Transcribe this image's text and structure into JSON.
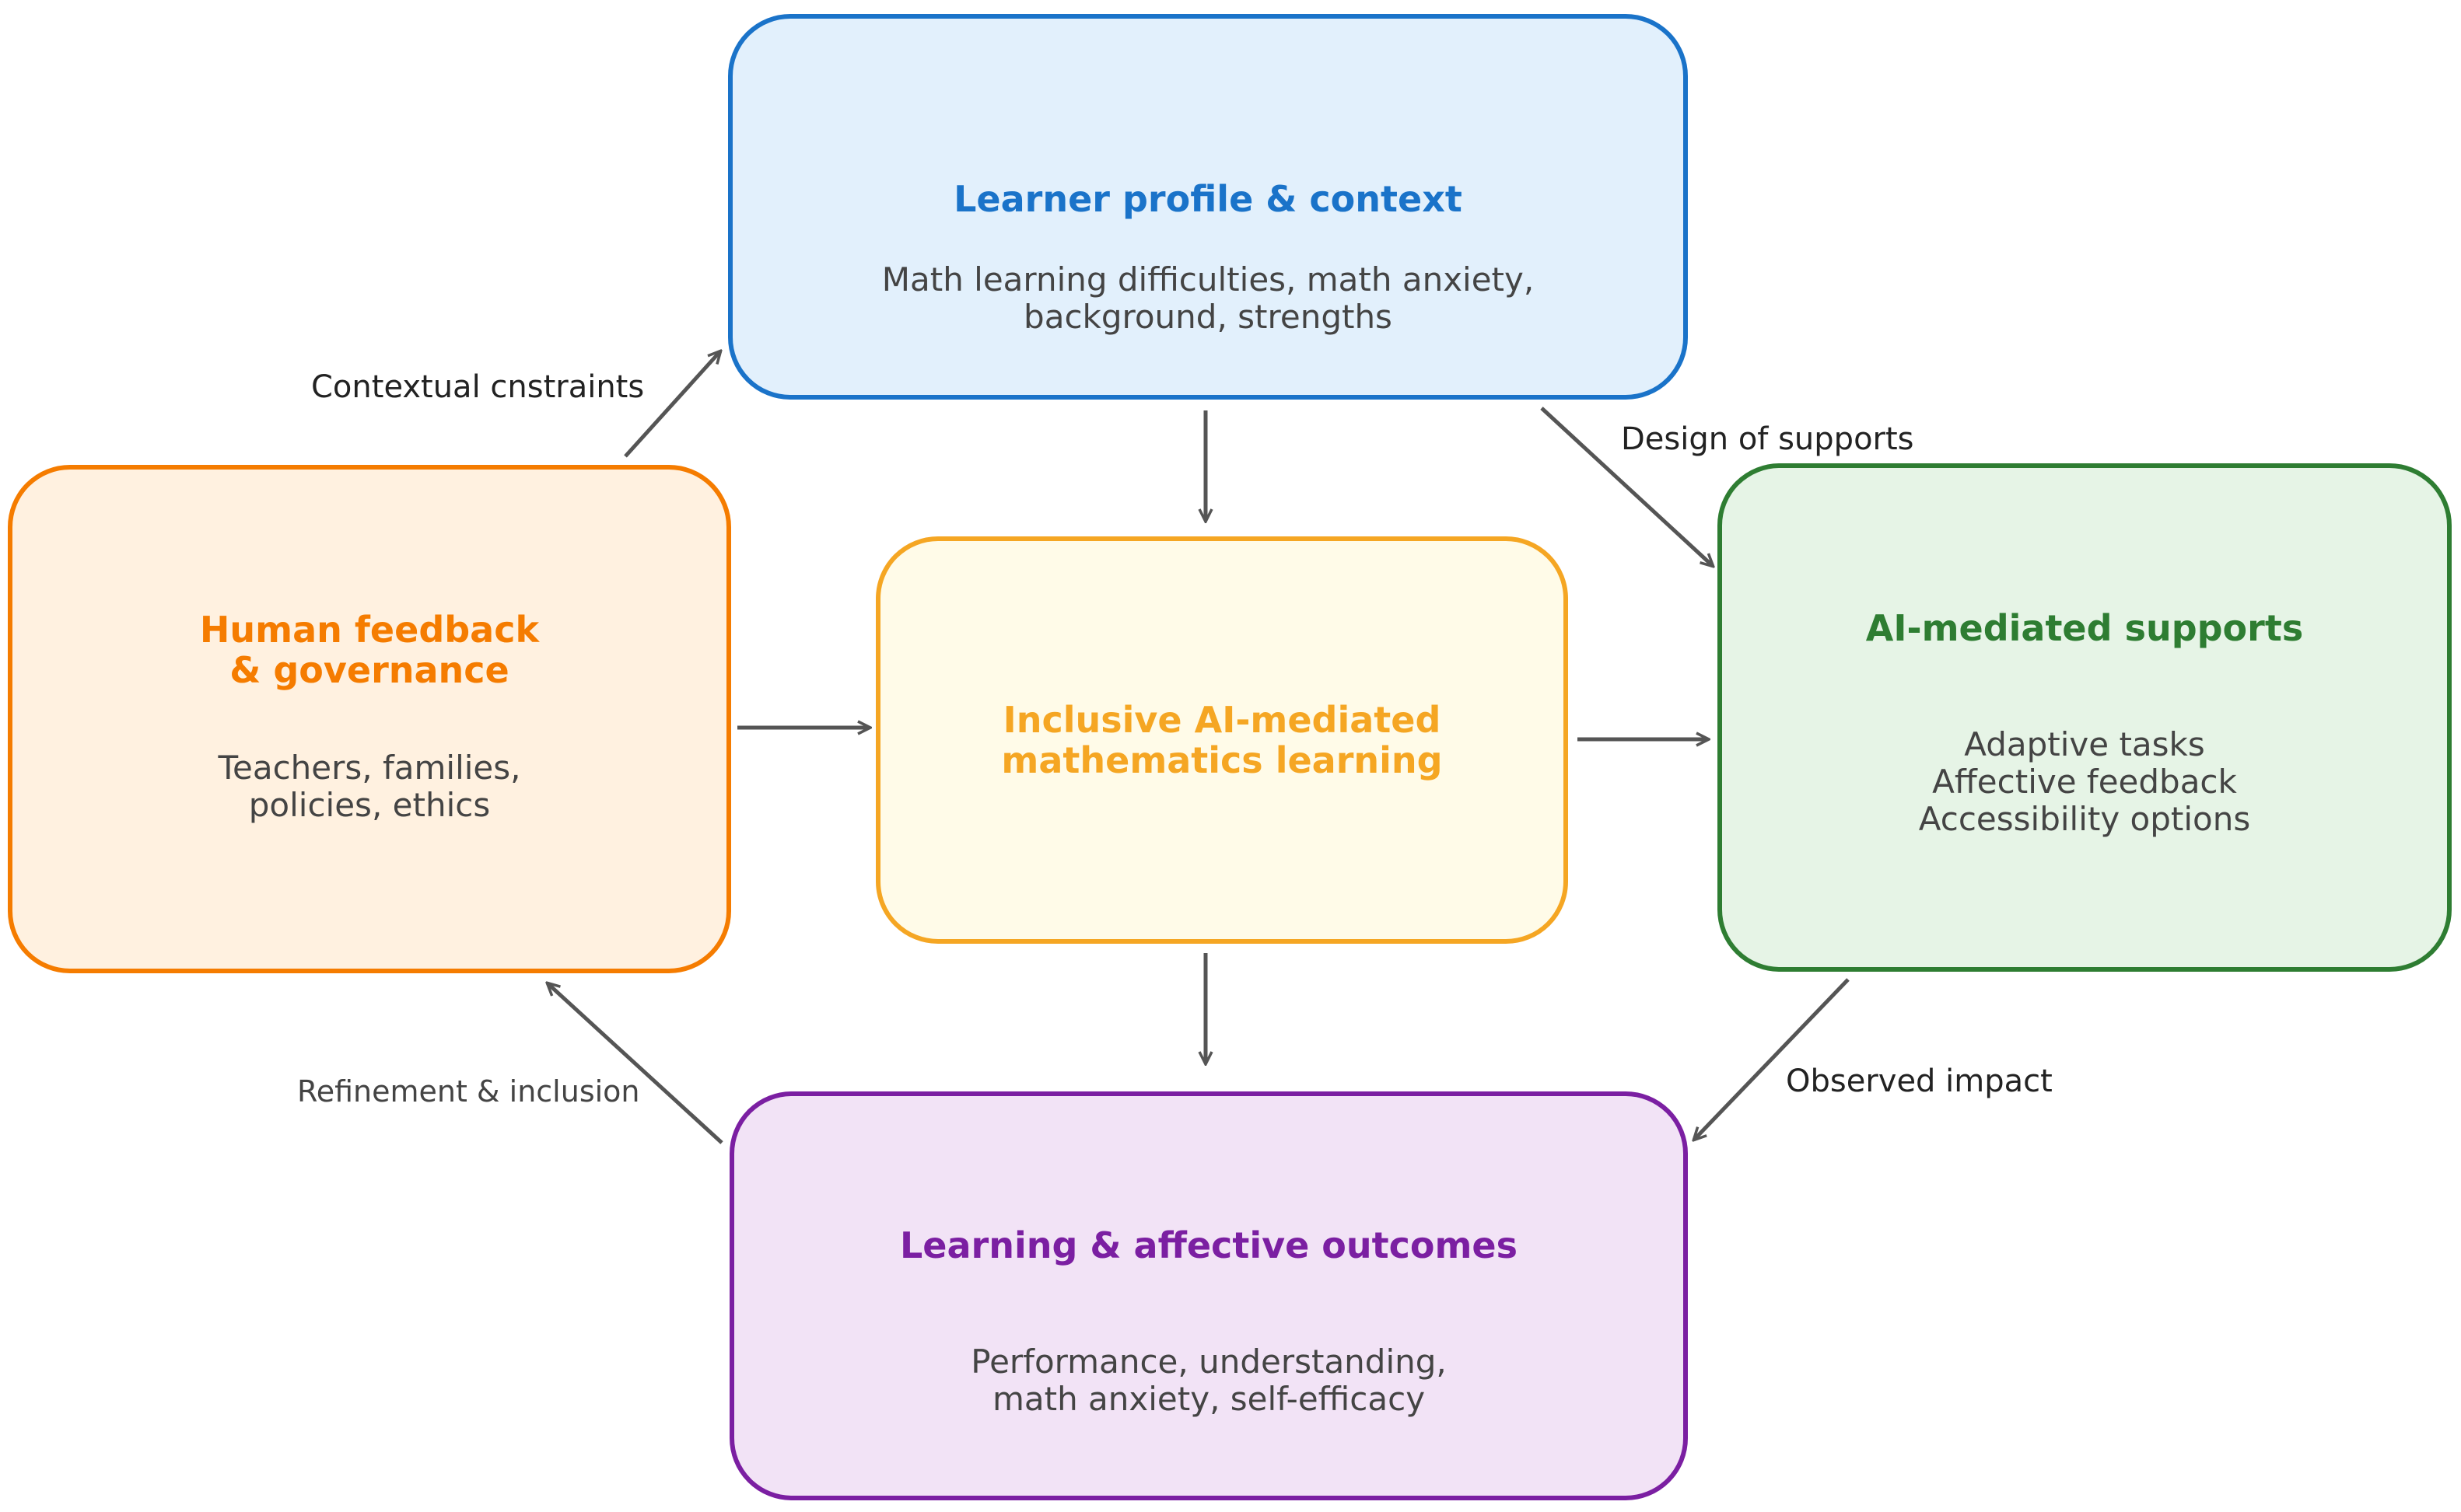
{
  "nodes": {
    "learner_profile": {
      "title": "Learner profile & context",
      "body": "Math learning difficulties, math anxiety,\nbackground, strengths",
      "accent": "#1a73c9",
      "fill": "#e2f0fc"
    },
    "human_feedback": {
      "title": "Human feedback\n& governance",
      "body": "Teachers, families,\npolicies, ethics",
      "accent": "#f57c00",
      "fill": "#fff1e0"
    },
    "inclusive_learning": {
      "title": "Inclusive AI-mediated\nmathematics learning",
      "body": "",
      "accent": "#f5a623",
      "fill": "#fffbe8"
    },
    "ai_supports": {
      "title": "AI-mediated supports",
      "body": "Adaptive tasks\nAffective feedback\nAccessibility options",
      "accent": "#2e7d32",
      "fill": "#e6f4e6"
    },
    "outcomes": {
      "title": "Learning & affective outcomes",
      "body": "Performance, understanding,\nmath anxiety, self-efficacy",
      "accent": "#7b1fa2",
      "fill": "#f2e3f6"
    }
  },
  "edge_labels": {
    "contextual": "Contextual cnstraints",
    "design": "Design of supports",
    "observed": "Observed impact",
    "refinement": "Refinement & inclusion"
  },
  "arrow_color": "#555555"
}
